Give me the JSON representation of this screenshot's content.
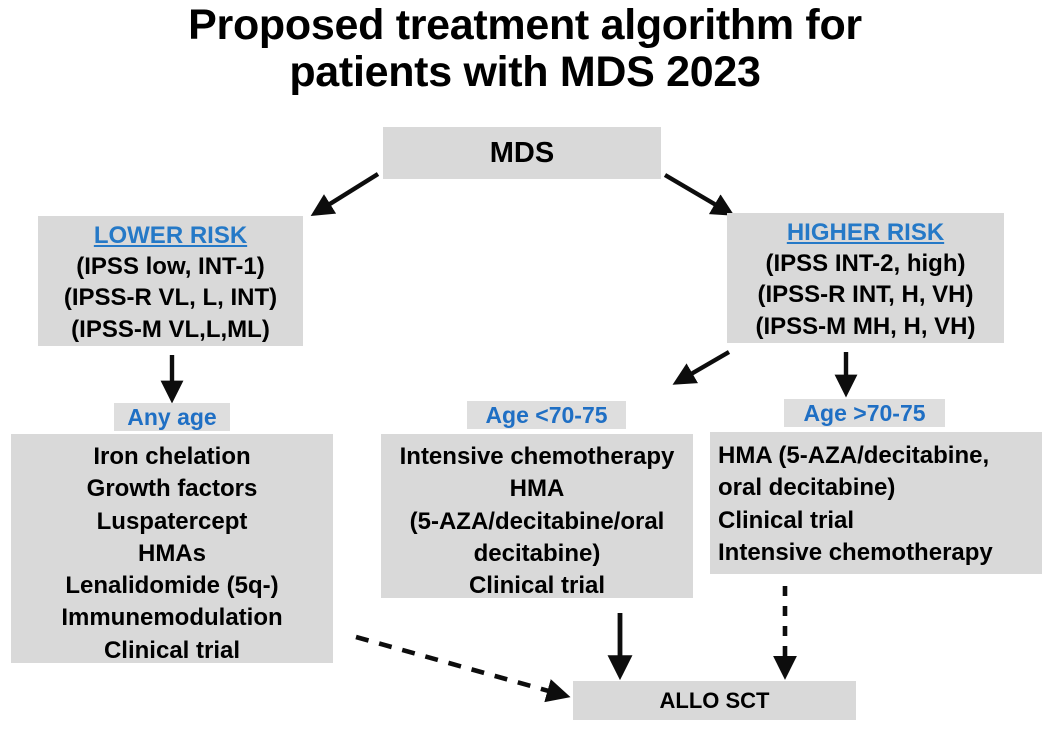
{
  "title": {
    "line1": "Proposed treatment algorithm for",
    "line2": "patients with MDS 2023"
  },
  "nodes": {
    "root": {
      "label": "MDS"
    },
    "lower_risk": {
      "heading": "LOWER RISK",
      "lines": [
        "(IPSS low, INT-1)",
        "(IPSS-R VL, L, INT)",
        "(IPSS-M VL,L,ML)"
      ]
    },
    "higher_risk": {
      "heading": "HIGHER RISK",
      "lines": [
        "(IPSS INT-2, high)",
        "(IPSS-R INT, H, VH)",
        "(IPSS-M MH, H, VH)"
      ]
    },
    "age_any": {
      "label": "Any age"
    },
    "age_young": {
      "label": "Age <70-75"
    },
    "age_old": {
      "label": "Age >70-75"
    },
    "tx_lower": {
      "lines": [
        "Iron chelation",
        "Growth factors",
        "Luspatercept",
        "HMAs",
        "Lenalidomide (5q-)",
        "Immunemodulation",
        "Clinical trial"
      ]
    },
    "tx_young": {
      "lines": [
        "Intensive chemotherapy",
        "HMA",
        "(5-AZA/decitabine/oral",
        "decitabine)",
        "Clinical trial"
      ]
    },
    "tx_old": {
      "lines": [
        "HMA (5-AZA/decitabine,",
        "oral decitabine)",
        "Clinical trial",
        "Intensive chemotherapy"
      ]
    },
    "allo_sct": {
      "label": "ALLO SCT"
    }
  },
  "colors": {
    "box_fill": "#d9d9d9",
    "risk_heading": "#2579c7",
    "age_label": "#1f6fc4",
    "arrow": "#0d0d0d",
    "text": "#000000",
    "background": "#ffffff"
  }
}
